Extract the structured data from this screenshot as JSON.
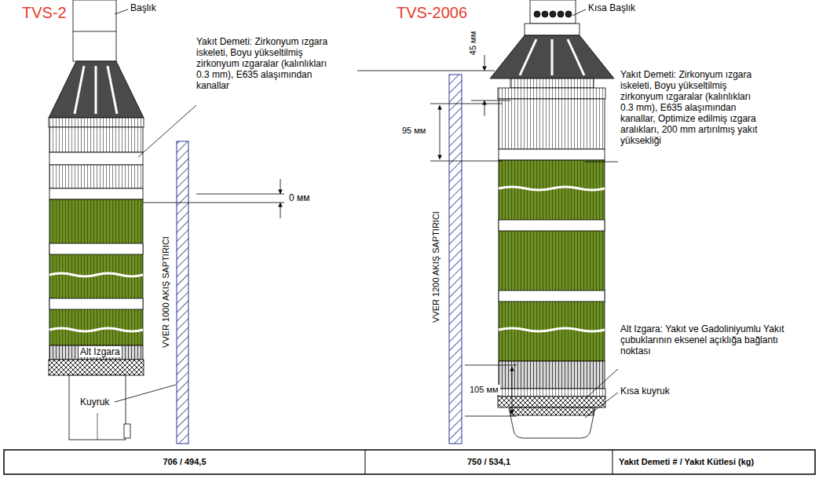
{
  "diagram": {
    "labels": [
      "TVS-2",
      "Başlık",
      "Yakıt Demeti: Zirkonyum ızgara iskeleti, Boyu yükseltilmiş zirkonyum ızgaralar (kalınlıkları 0.3 mm), E635 alaşımından kanallar",
      "0 мм",
      "VVER 1000 AKIŞ SAPTIRICI",
      "Alt Izgara",
      "Kuyruk",
      "TVS-2006",
      "Kısa Başlık",
      "45 мм",
      "95 мм",
      "Yakıt Demeti: Zirkonyum ızgara iskeleti, Boyu yükseltilmiş zirkonyum ızgaralar (kalınlıkları 0.3 mm), E635 alaşımından kanallar, Optimize edilmiş ızgara aralıkları, 200 mm artırılmış yakıt yüksekliği",
      "VVER 1200 AKIŞ SAPTIRICI",
      "105 мм",
      "Alt Izgara: Yakıt ve Gadoliniyumlu Yakıt çubuklarının eksenel açıklığa bağlantı noktası",
      "Kısa kuyruk",
      "706 / 494,5",
      "750 / 534,1",
      "Yakıt Demeti # / Yakıt Kütlesi (kg)"
    ]
  }
}
